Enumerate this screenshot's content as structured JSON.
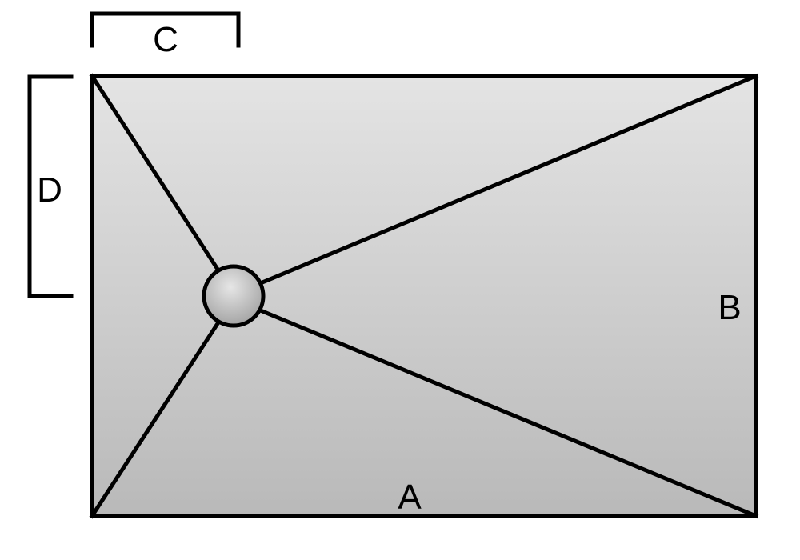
{
  "labels": {
    "a": "A",
    "b": "B",
    "c": "C",
    "d": "D"
  },
  "colors": {
    "stroke": "#000000",
    "panel_top": "#e4e4e4",
    "panel_bottom": "#b9b9b9",
    "drain_light": "#e6e6e6",
    "drain_dark": "#9a9a9a"
  }
}
